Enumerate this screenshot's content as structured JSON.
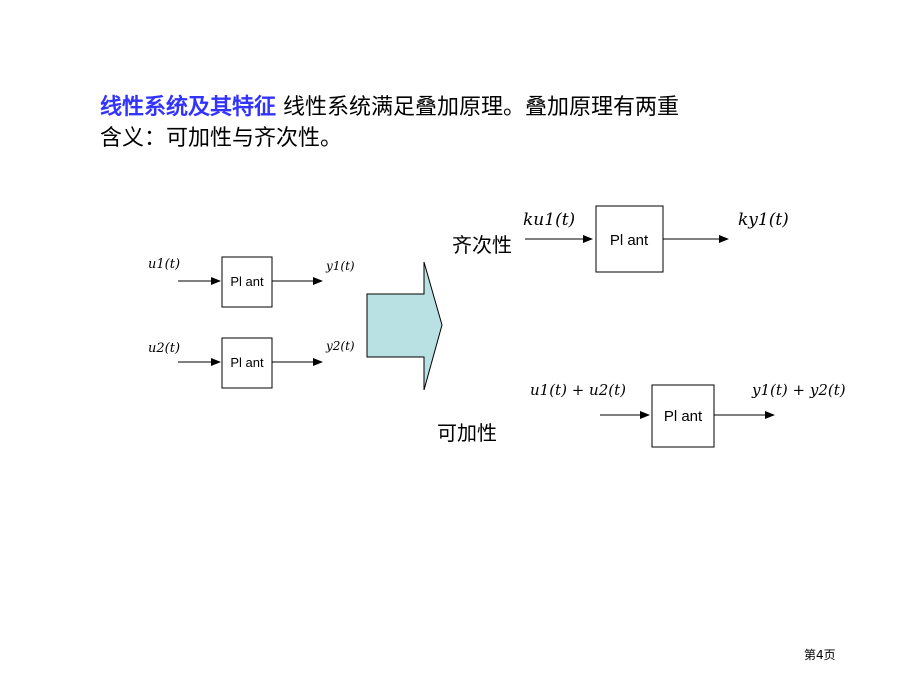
{
  "intro": {
    "heading": "线性系统及其特征",
    "text_line1": "线性系统满足叠加原理。叠加原理有两重",
    "text_line2": "含义：可加性与齐次性。"
  },
  "labels": {
    "homogeneity": "齐次性",
    "additivity": "可加性"
  },
  "diagram": {
    "left_top": {
      "input": "u1(t)",
      "block": "Pl ant",
      "output": "y1(t)"
    },
    "left_bottom": {
      "input": "u2(t)",
      "block": "Pl ant",
      "output": "y2(t)"
    },
    "right_top": {
      "input": "ku1(t)",
      "block": "Pl ant",
      "output": "ky1(t)"
    },
    "right_bottom": {
      "input": "u1(t) + u2(t)",
      "block": "Pl ant",
      "output": "y1(t) + y2(t)"
    }
  },
  "colors": {
    "arrow_fill": "#b9e0e3",
    "heading": "#3333ff"
  },
  "footer": {
    "page_number": "第4页"
  }
}
